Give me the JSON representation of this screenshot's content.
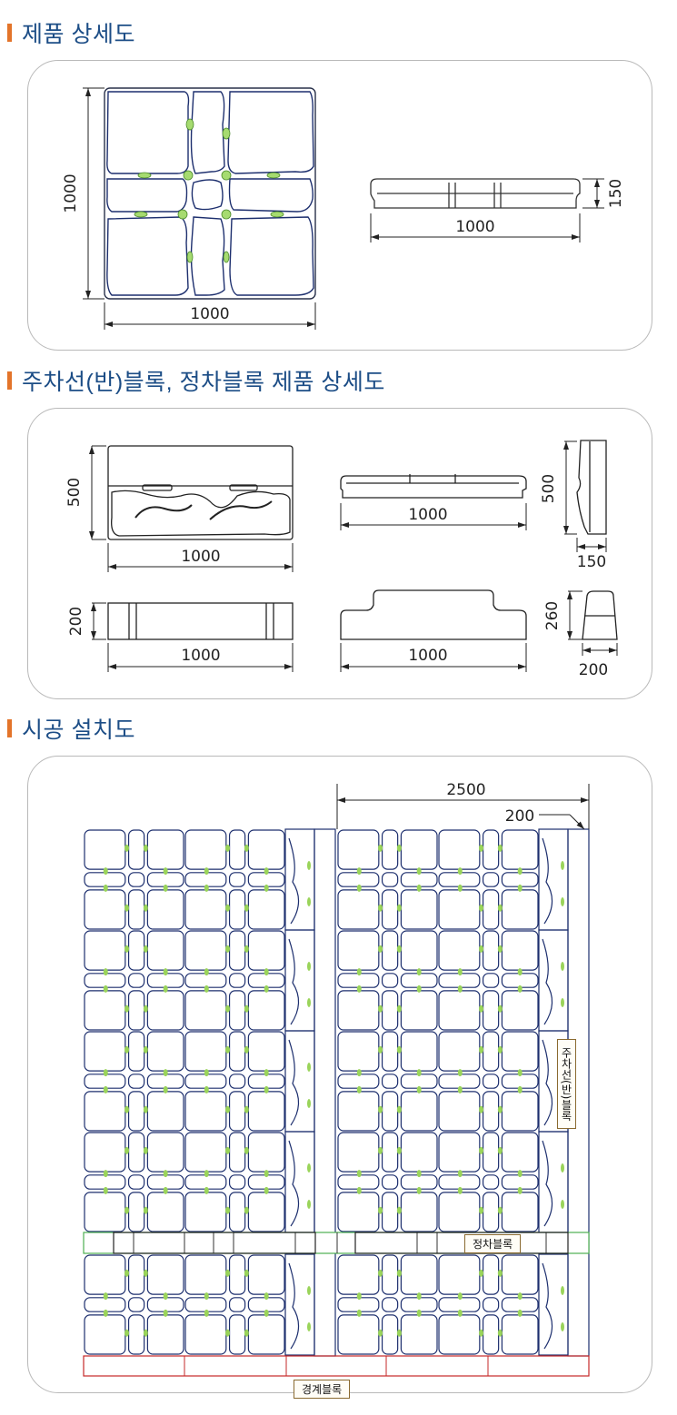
{
  "sections": {
    "detail": {
      "title": "제품 상세도"
    },
    "parking": {
      "title": "주차선(반)블록, 정차블록 제품 상세도"
    },
    "install": {
      "title": "시공 설치도"
    }
  },
  "dims": {
    "d1000": "1000",
    "d150": "150",
    "d500": "500",
    "d200": "200",
    "d260": "260",
    "d2500": "2500"
  },
  "labels": {
    "parking_line_block": "주차선(반)블록",
    "stop_block": "정차블록",
    "boundary_block": "경계블록"
  },
  "colors": {
    "title": "#1c4d86",
    "accent_bar": "#e3742a",
    "block_outline": "#1d2f6e",
    "joint_green": "#9ad45a",
    "stop_row": "#4caf50",
    "boundary_row": "#c62828"
  }
}
